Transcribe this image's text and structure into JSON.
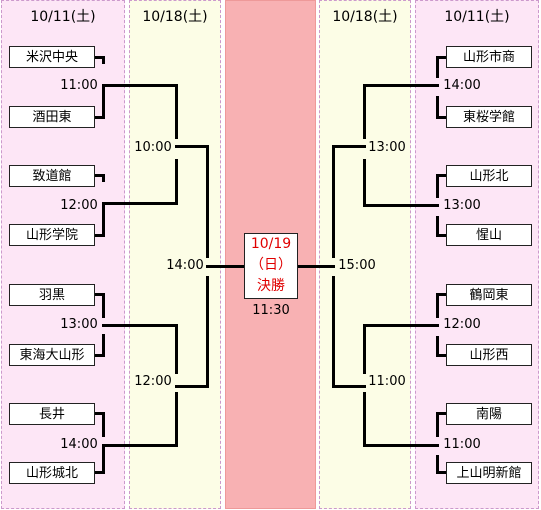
{
  "headers": {
    "col1": "10/11(土)",
    "col2": "10/18(土)",
    "col4": "10/18(土)",
    "col5": "10/11(土)"
  },
  "left": {
    "teams": [
      "米沢中央",
      "酒田東",
      "致道館",
      "山形学院",
      "羽黒",
      "東海大山形",
      "長井",
      "山形城北"
    ],
    "r1_times": [
      "11:00",
      "12:00",
      "13:00",
      "14:00"
    ],
    "r2_times": [
      "10:00",
      "12:00"
    ],
    "semi_time": "14:00"
  },
  "right": {
    "teams": [
      "山形市商",
      "東桜学館",
      "山形北",
      "惺山",
      "鶴岡東",
      "山形西",
      "南陽",
      "上山明新館"
    ],
    "r1_times": [
      "14:00",
      "13:00",
      "12:00",
      "11:00"
    ],
    "r2_times": [
      "13:00",
      "11:00"
    ],
    "semi_time": "15:00"
  },
  "final": {
    "date": "10/19",
    "day": "（日）",
    "label": "決勝",
    "time": "11:30"
  }
}
